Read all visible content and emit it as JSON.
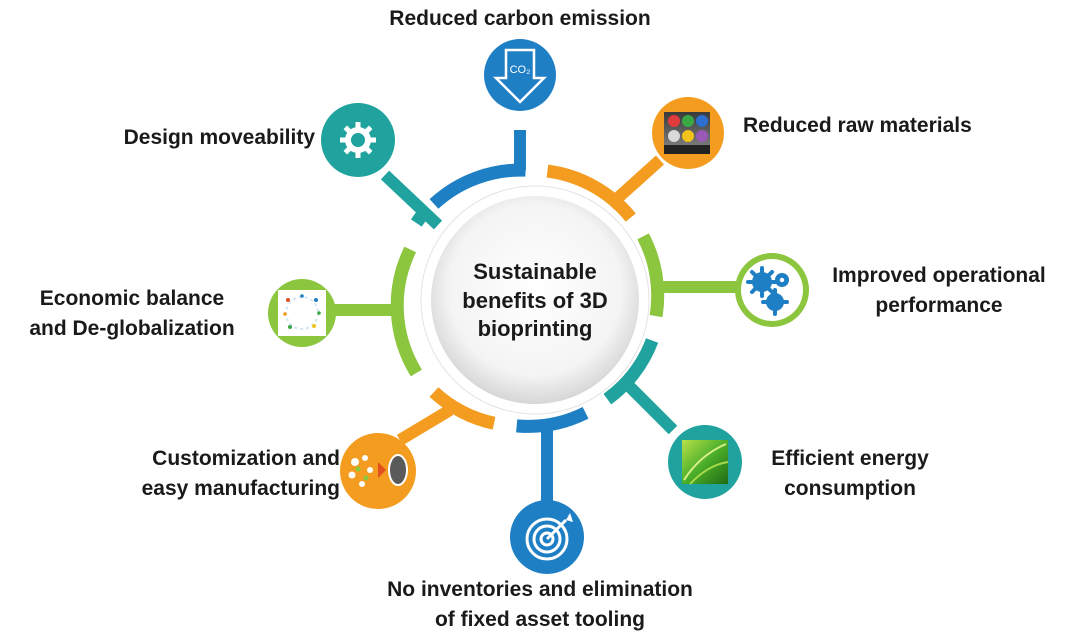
{
  "center": {
    "lines": [
      "Sustainable",
      "benefits of 3D",
      "bioprinting"
    ]
  },
  "benefits": [
    {
      "key": "carbon",
      "lines": [
        "Reduced carbon emission"
      ],
      "icon": "co2-arrow-icon",
      "color": "#1f7fc4"
    },
    {
      "key": "raw",
      "lines": [
        "Reduced raw materials"
      ],
      "icon": "filament-spools-icon",
      "color": "#f39c1f"
    },
    {
      "key": "operational",
      "lines": [
        "Improved operational",
        "performance"
      ],
      "icon": "gears-icon",
      "color": "#8cc63f"
    },
    {
      "key": "energy",
      "lines": [
        "Efficient energy",
        "consumption"
      ],
      "icon": "green-leaves-icon",
      "color": "#20a39e"
    },
    {
      "key": "inventory",
      "lines": [
        "No inventories and elimination",
        "of fixed asset tooling"
      ],
      "icon": "target-icon",
      "color": "#1f7fc4"
    },
    {
      "key": "custom",
      "lines": [
        "Customization and",
        "easy manufacturing"
      ],
      "icon": "cells-to-print-icon",
      "color": "#f39c1f"
    },
    {
      "key": "economic",
      "lines": [
        "Economic balance",
        "and De-globalization"
      ],
      "icon": "cell-ring-icon",
      "color": "#8cc63f"
    },
    {
      "key": "design",
      "lines": [
        "Design moveability"
      ],
      "icon": "gear-icon",
      "color": "#20a39e"
    }
  ],
  "colors": {
    "blue": "#1f7fc4",
    "orange": "#f39c1f",
    "green": "#8cc63f",
    "teal": "#20a39e"
  }
}
